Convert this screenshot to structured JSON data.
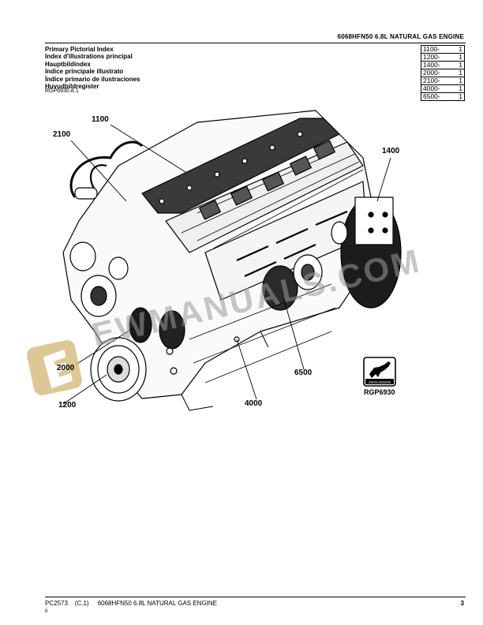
{
  "header": {
    "title": "6068HFN50 6.8L NATURAL GAS ENGINE"
  },
  "index_titles": [
    "Primary Pictorial Index",
    "Index d'illustrations principal",
    "Hauptbildindex",
    "Indice principale illustrato",
    "Índice primario de ilustraciones",
    "Huvudbildregister"
  ],
  "figure_ref": "RGP6930 A.1",
  "ref_table": [
    {
      "code": "1100-",
      "qty": "1"
    },
    {
      "code": "1200-",
      "qty": "1"
    },
    {
      "code": "1400-",
      "qty": "1"
    },
    {
      "code": "2000-",
      "qty": "1"
    },
    {
      "code": "2100-",
      "qty": "1"
    },
    {
      "code": "4000-",
      "qty": "1"
    },
    {
      "code": "6500-",
      "qty": "1"
    }
  ],
  "callouts": {
    "c1100": "1100",
    "c2100": "2100",
    "c1400": "1400",
    "c2000": "2000",
    "c6500": "6500",
    "c1200": "1200",
    "c4000": "4000"
  },
  "logo": {
    "label": "RGP6930",
    "brand": "JOHN DEERE"
  },
  "watermark": "EWMANUALS.COM",
  "footer": {
    "left": "PC2573    (C.1)     6068HFN50 6.8L NATURAL GAS ENGINE",
    "sub": "ii",
    "page": "3"
  }
}
